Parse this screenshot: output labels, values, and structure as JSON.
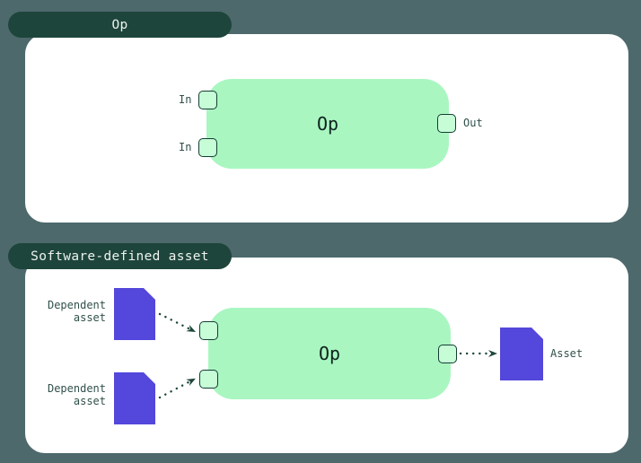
{
  "sections": {
    "op": {
      "title": "Op",
      "node_label": "Op",
      "input_labels": [
        "In",
        "In"
      ],
      "output_label": "Out"
    },
    "sda": {
      "title": "Software-defined asset",
      "node_label": "Op",
      "dependent_asset_labels": [
        "Dependent\nasset",
        "Dependent\nasset"
      ],
      "asset_label": "Asset"
    }
  },
  "colors": {
    "background": "#4d696c",
    "panel": "#ffffff",
    "title_pill": "#1e453b",
    "title_pill_text": "#edf2ef",
    "node_green": "#a9f6c1",
    "node_text": "#0d231d",
    "handle_fill": "#c6fdd7",
    "handle_border": "#143d32",
    "asset_purple": "#5447db",
    "label_text": "#30504a",
    "arrow": "#1e463c"
  }
}
